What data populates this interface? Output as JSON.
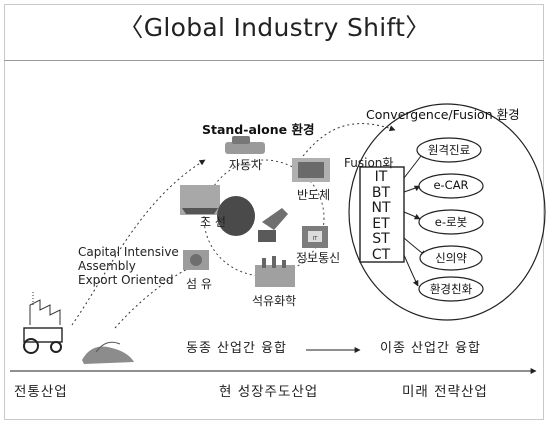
{
  "title": "〈Global Industry Shift〉",
  "headers": {
    "standalone": "Stand-alone 환경",
    "convergence": "Convergence/Fusion 환경",
    "fusion": "Fusion화"
  },
  "traditional_note": [
    "Capital Intensive",
    "Assembly",
    "Export Oriented"
  ],
  "cluster_labels": {
    "car": "자동차",
    "semiconductor": "반도체",
    "ship": "조 선",
    "ict": "정보통신",
    "fiber": "섬 유",
    "petrochem": "석유화학"
  },
  "tech_codes": [
    "IT",
    "BT",
    "NT",
    "ET",
    "ST",
    "CT"
  ],
  "future_items": [
    "원격진료",
    "e-CAR",
    "e-로봇",
    "신의약",
    "환경친화"
  ],
  "convergence_labels": {
    "same_type": "동종 산업간 융합",
    "different_type": "이종 산업간 융합"
  },
  "stages": {
    "traditional": "전통산업",
    "growth": "현 성장주도산업",
    "future": "미래 전략산업"
  }
}
